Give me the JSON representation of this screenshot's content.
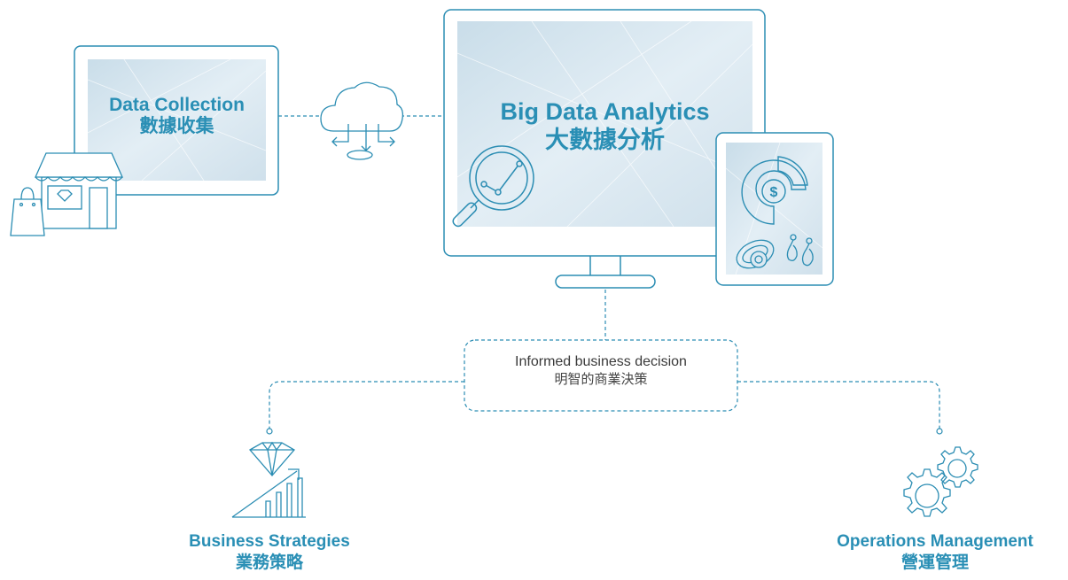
{
  "data_collection": {
    "title_en": "Data Collection",
    "title_zh": "數據收集"
  },
  "analytics": {
    "title_en": "Big Data Analytics",
    "title_zh": "大數據分析"
  },
  "decision": {
    "text_en": "Informed business decision",
    "text_zh": "明智的商業決策"
  },
  "business": {
    "title_en": "Business Strategies",
    "title_zh": "業務策略"
  },
  "operations": {
    "title_en": "Operations Management",
    "title_zh": "營運管理"
  },
  "colors": {
    "stroke": "#2b8db3",
    "title": "#2a8fb5",
    "screen_fill": "#d9e8f2",
    "text": "#3a3a3a"
  },
  "icons": [
    "shop-icon",
    "shopping-bag-icon",
    "cloud-upload-icon",
    "magnifier-chart-icon",
    "dollar-donut-icon",
    "ring-icon",
    "earrings-icon",
    "diamond-growth-icon",
    "gears-icon"
  ]
}
